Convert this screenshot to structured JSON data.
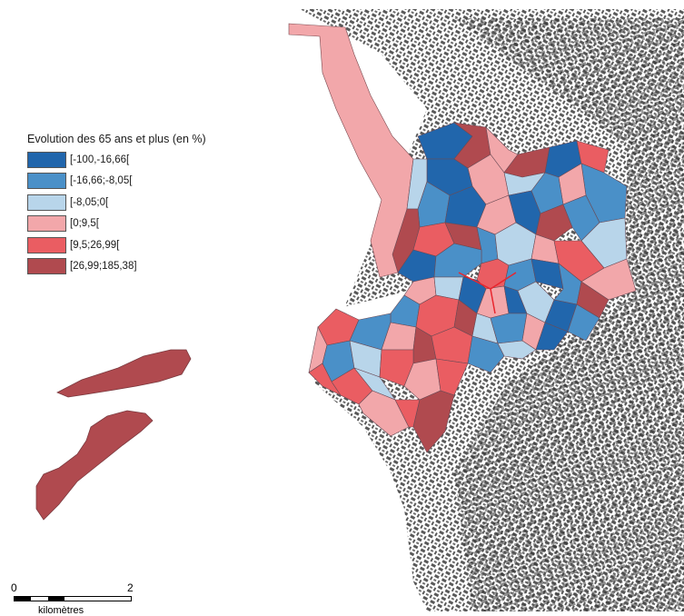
{
  "legend": {
    "title": "Evolution des 65 ans et plus (en %)",
    "classes": [
      {
        "label": "[-100,-16,66[",
        "color": "#2166ac"
      },
      {
        "label": "[-16,66;-8,05[",
        "color": "#4a90c8"
      },
      {
        "label": "[-8,05;0[",
        "color": "#b8d5ea"
      },
      {
        "label": "[0;9,5[",
        "color": "#f2a7aa"
      },
      {
        "label": "[9,5;26,99[",
        "color": "#ea5d62"
      },
      {
        "label": "[26,99;185,38]",
        "color": "#b04a4f"
      }
    ]
  },
  "scale_bar": {
    "start_label": "0",
    "end_label": "2",
    "unit": "kilomètres"
  },
  "colors": {
    "buildings": "#3c3c3c",
    "background": "#ffffff",
    "district_outline": "#7a4a50"
  }
}
